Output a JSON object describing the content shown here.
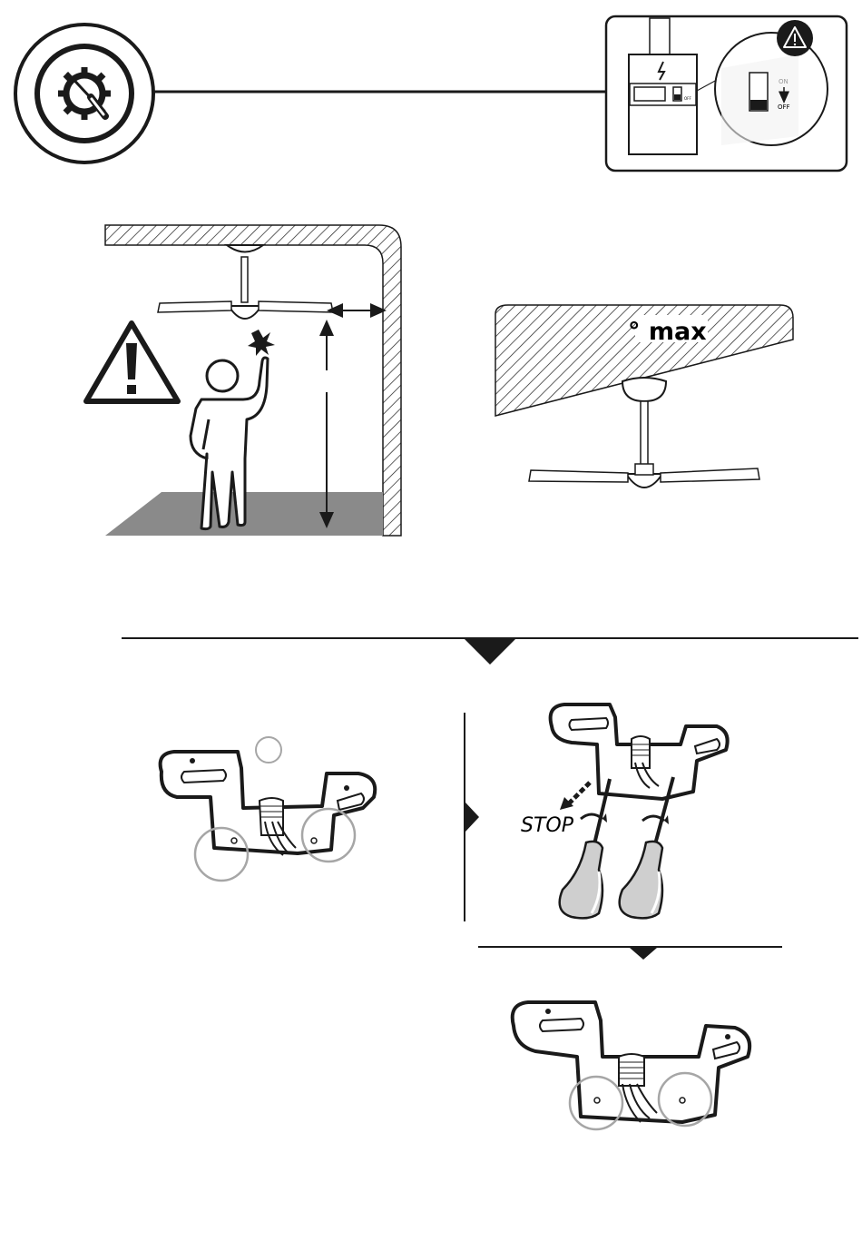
{
  "header": {
    "tool_icon": "gear-screwdriver-icon",
    "warning_icon": "warning-triangle-icon",
    "power_icon": "lightning-icon"
  },
  "breaker": {
    "on_label": "ON",
    "off_label": "OFF",
    "small_label": "OFF"
  },
  "ceiling_panel": {
    "max_label": "° max",
    "warning_icon": "warning-triangle-icon"
  },
  "steps": {
    "stop_label": "STOP",
    "divider_icon": "triangle-down-icon",
    "step_arrow_icon": "triangle-right-icon"
  },
  "colors": {
    "line": "#1a1a1a",
    "floor": "#8a8a8a",
    "circle_gray": "#a6a6a6",
    "handle_gray": "#cfcfcf"
  }
}
